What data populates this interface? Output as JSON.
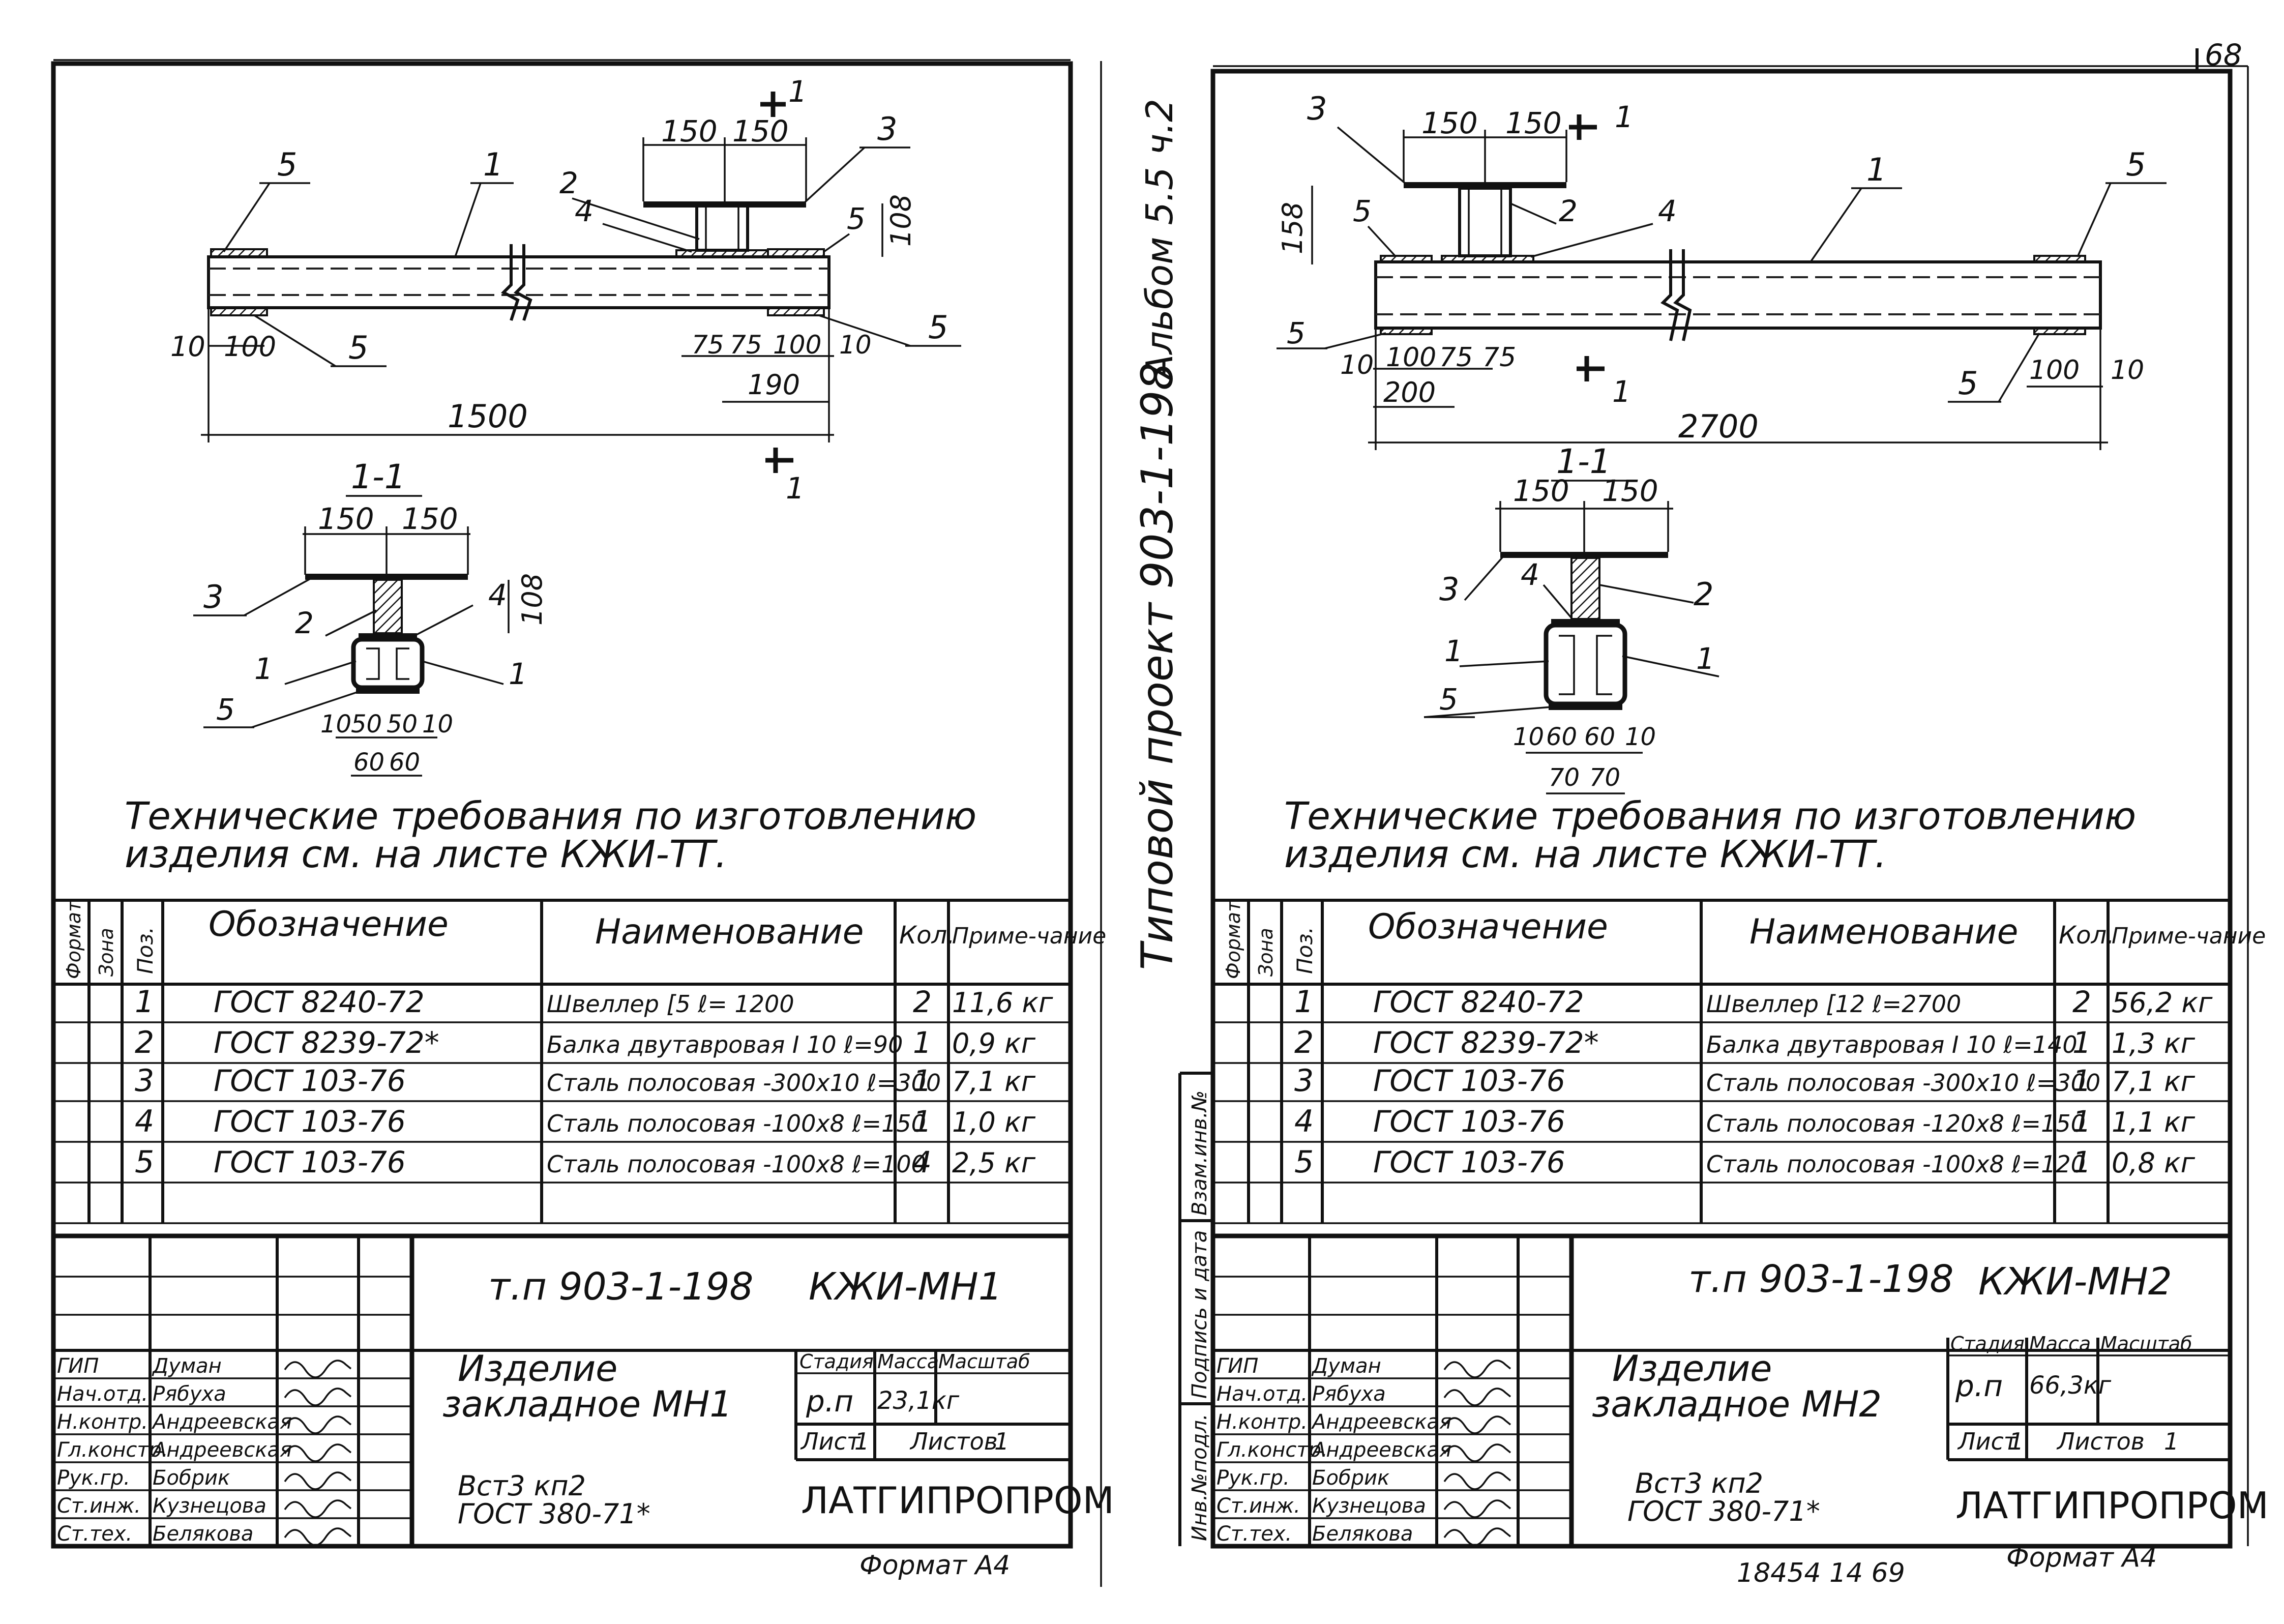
{
  "album_label": "Альбом 5.5 ч.2",
  "project_label": "Типовой проект 903-1-198",
  "corner_mark": "68",
  "table_headers": {
    "format": "Формат",
    "zone": "Зона",
    "pos": "Поз.",
    "designation": "Обозначение",
    "name": "Наименование",
    "qty": "Кол.",
    "note": "Приме-чание"
  },
  "side_stamp": [
    "Инв.№подл.",
    "Подпись и дата",
    "Взам.инв.№"
  ],
  "titleblock_roles": [
    "ГИП",
    "Нач.отд.",
    "Н.контр.",
    "Гл.констр.",
    "Рук.гр.",
    "Ст.инж.",
    "Ст.тех."
  ],
  "titleblock_headers": {
    "stage": "Стадия",
    "mass": "Масса",
    "scale": "Масштаб",
    "sheet": "Лист",
    "sheets": "Листов"
  },
  "left": {
    "dims_plan": {
      "a": "150",
      "b": "150",
      "h": "108",
      "l1": "10",
      "l2": "100",
      "r1": "75",
      "r2": "75",
      "r3": "100",
      "r4": "10",
      "span": "190",
      "total": "1500"
    },
    "section_label": "1-1",
    "section_mark": "1",
    "section_dims": {
      "a": "150",
      "b": "150",
      "h": "108",
      "w1": "10",
      "w2": "50",
      "w3": "50",
      "w4": "10",
      "w5": "60",
      "w6": "60"
    },
    "requirements": [
      "Технические   требования   по   изготовлению",
      "изделия   см.  на  листе   КЖИ-ТТ."
    ],
    "rows": [
      {
        "pos": "1",
        "designation": "ГОСТ 8240-72",
        "name": "Швеллер [5   ℓ= 1200",
        "qty": "2",
        "note": "11,6 кг"
      },
      {
        "pos": "2",
        "designation": "ГОСТ 8239-72*",
        "name": "Балка двутавровая I 10 ℓ=90",
        "qty": "1",
        "note": "0,9 кг"
      },
      {
        "pos": "3",
        "designation": "ГОСТ 103-76",
        "name": "Сталь полосовая -300х10 ℓ=300",
        "qty": "1",
        "note": "7,1 кг"
      },
      {
        "pos": "4",
        "designation": "ГОСТ 103-76",
        "name": "Сталь полосовая -100х8 ℓ=150",
        "qty": "1",
        "note": "1,0 кг"
      },
      {
        "pos": "5",
        "designation": "ГОСТ 103-76",
        "name": "Сталь полосовая -100х8 ℓ=100",
        "qty": "4",
        "note": "2,5 кг"
      }
    ],
    "code": "т.п  903-1-198",
    "sheet_code": "КЖИ-МН1",
    "title": [
      "Изделие",
      "закладное  МН1"
    ],
    "material": [
      "Вст3 кп2",
      "ГОСТ 380-71*"
    ],
    "stage": "р.п",
    "mass": "23,1кг",
    "sheet_no": "1",
    "sheets_total": "1",
    "org": "ЛАТГИПРОПРОМ",
    "format": "Формат А4",
    "names": [
      "Думан",
      "Рябуха",
      "Андреевская",
      "Андреевская",
      "Бобрик",
      "Кузнецова",
      "Белякова"
    ]
  },
  "right": {
    "dims_plan": {
      "a": "150",
      "b": "150",
      "h": "158",
      "l1": "10",
      "l2": "100",
      "l3": "75",
      "l4": "75",
      "span": "200",
      "r1": "100",
      "r2": "10",
      "total": "2700"
    },
    "section_label": "1-1",
    "section_mark": "1",
    "section_dims": {
      "a": "150",
      "b": "150",
      "w1": "10",
      "w2": "60",
      "w3": "60",
      "w4": "10",
      "w5": "70",
      "w6": "70"
    },
    "requirements": [
      "Технические   требования   по  изготовлению",
      "изделия   см.  на  листе   КЖИ-ТТ."
    ],
    "rows": [
      {
        "pos": "1",
        "designation": "ГОСТ 8240-72",
        "name": "Швеллер [12 ℓ=2700",
        "qty": "2",
        "note": "56,2 кг"
      },
      {
        "pos": "2",
        "designation": "ГОСТ 8239-72*",
        "name": "Балка двутавровая I 10 ℓ=140",
        "qty": "1",
        "note": "1,3 кг"
      },
      {
        "pos": "3",
        "designation": "ГОСТ 103-76",
        "name": "Сталь полосовая -300х10 ℓ=300",
        "qty": "1",
        "note": "7,1 кг"
      },
      {
        "pos": "4",
        "designation": "ГОСТ 103-76",
        "name": "Сталь полосовая -120х8 ℓ=150",
        "qty": "1",
        "note": "1,1 кг"
      },
      {
        "pos": "5",
        "designation": "ГОСТ   103-76",
        "name": "Сталь полосовая -100х8 ℓ=120",
        "qty": "1",
        "note": "0,8 кг"
      }
    ],
    "code": "т.п  903-1-198",
    "sheet_code": "КЖИ-МН2",
    "title": [
      "Изделие",
      "закладное  МН2"
    ],
    "material": [
      "Вст3 кп2",
      "ГОСТ 380-71*"
    ],
    "stage": "р.п",
    "mass": "66,3кг",
    "sheet_no": "1",
    "sheets_total": "1",
    "org": "ЛАТГИПРОПРОМ",
    "format": "Формат А4",
    "names": [
      "Думан",
      "Рябуха",
      "Андреевская",
      "Андреевская",
      "Бобрик",
      "Кузнецова",
      "Белякова"
    ]
  },
  "archive_number": "18454  14   69"
}
